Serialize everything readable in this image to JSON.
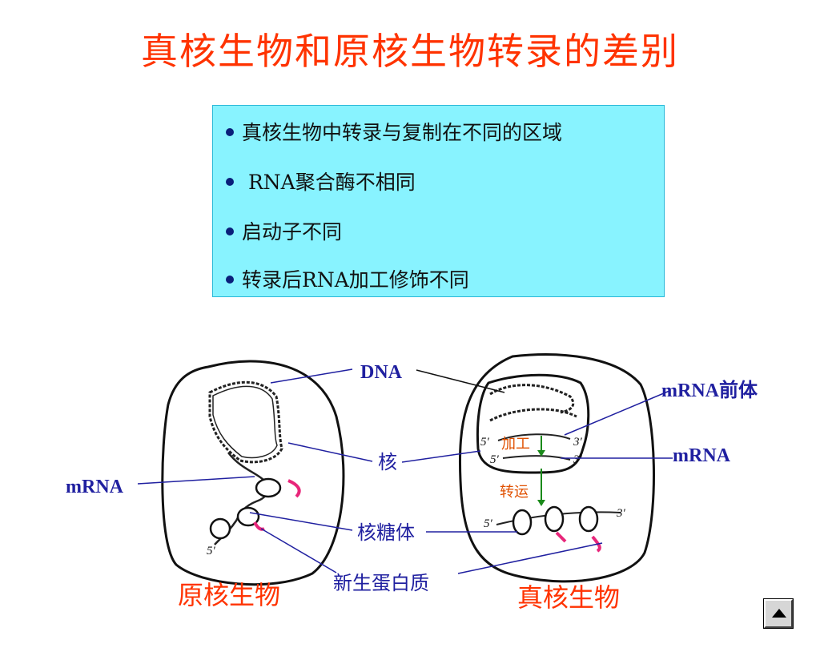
{
  "title": "真核生物和原核生物转录的差别",
  "bullets": [
    "真核生物中转录与复制在不同的区域",
    " RNA聚合酶不相同",
    "启动子不同",
    "转录后RNA加工修饰不同"
  ],
  "diagram": {
    "labels": {
      "dna": "DNA",
      "mrna_precursor": "mRNA前体",
      "nucleus": "核",
      "mrna_left": "mRNA",
      "mrna_right": "mRNA",
      "ribosome": "核糖体",
      "nascent_protein": "新生蛋白质",
      "processing": "加工",
      "transport": "转运",
      "prokaryote": "原核生物",
      "eukaryote": "真核生物"
    },
    "strand_ends": {
      "five_prime": "5′",
      "three_prime": "3′"
    },
    "colors": {
      "label_blue": "#2020a0",
      "caption_red": "#ff3300",
      "protein_pink": "#e8267a",
      "arrow_green": "#1a8a1a",
      "note_orange": "#e05000"
    }
  },
  "nav": {
    "icon": "up-triangle-icon"
  }
}
